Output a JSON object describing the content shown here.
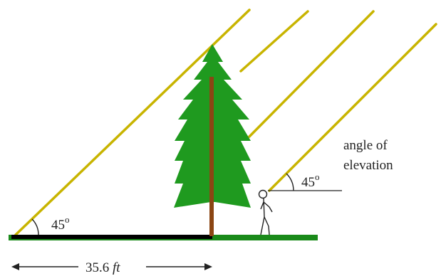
{
  "labels": {
    "angle_left": "45",
    "angle_right": "45",
    "degree_symbol": "o",
    "angle_of": "angle of",
    "elevation": "elevation",
    "distance_value": "35.6",
    "distance_unit": "ft"
  },
  "colors": {
    "sun_ray": "#c8b400",
    "ground": "#1a8a1a",
    "tree": "#1f9a1f",
    "trunk": "#8b4513",
    "shadow": "#000000",
    "text": "#222222"
  },
  "angles": {
    "left_deg": 45,
    "right_deg": 45
  },
  "measurements": {
    "distance_ft": 35.6
  }
}
